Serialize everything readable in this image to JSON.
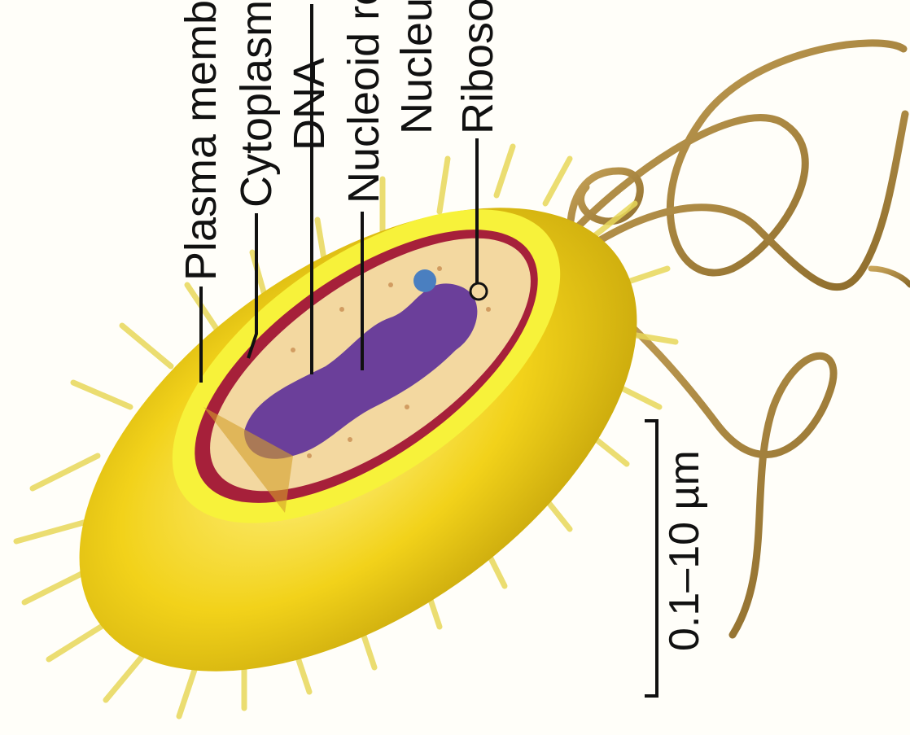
{
  "labels": {
    "plasma_membrane": "Plasma membr",
    "cytoplasm": "Cytoplasm",
    "dna": "DNA",
    "nucleoid": "Nucleoid reg",
    "nucleus": "Nucleu",
    "ribosome": "Ribosom"
  },
  "scale": {
    "text": "0.1–10 µm"
  },
  "colors": {
    "capsule": "#f2d21a",
    "cell_wall": "#f7f23a",
    "membrane": "#a6203a",
    "cytoplasm": "#f3d8a0",
    "dna": "#6b3f9a",
    "flagella": "#a8823a",
    "ribosome_dot": "#4a7fc0"
  },
  "icons": [
    "bacterium-illustration",
    "flagellum",
    "scale-bar"
  ]
}
